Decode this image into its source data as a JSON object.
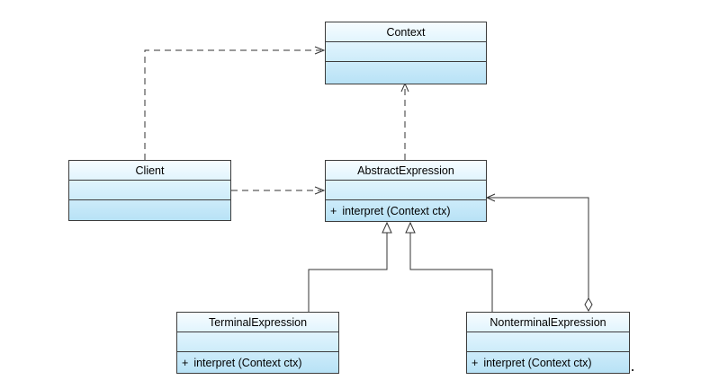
{
  "classes": {
    "context": {
      "name": "Context",
      "operation": ""
    },
    "client": {
      "name": "Client",
      "operation": ""
    },
    "abstract_expression": {
      "name": "AbstractExpression",
      "visibility": "+",
      "operation": "interpret (Context ctx)"
    },
    "terminal_expression": {
      "name": "TerminalExpression",
      "visibility": "+",
      "operation": "interpret (Context ctx)"
    },
    "nonterminal_expression": {
      "name": "NonterminalExpression",
      "visibility": "+",
      "operation": "interpret (Context ctx)"
    }
  },
  "relationships": [
    {
      "type": "dependency",
      "from": "client",
      "to": "context"
    },
    {
      "type": "dependency",
      "from": "client",
      "to": "abstract_expression"
    },
    {
      "type": "dependency",
      "from": "abstract_expression",
      "to": "context"
    },
    {
      "type": "generalization",
      "from": "terminal_expression",
      "to": "abstract_expression"
    },
    {
      "type": "generalization",
      "from": "nonterminal_expression",
      "to": "abstract_expression"
    },
    {
      "type": "aggregation",
      "from": "nonterminal_expression",
      "to": "abstract_expression"
    }
  ]
}
